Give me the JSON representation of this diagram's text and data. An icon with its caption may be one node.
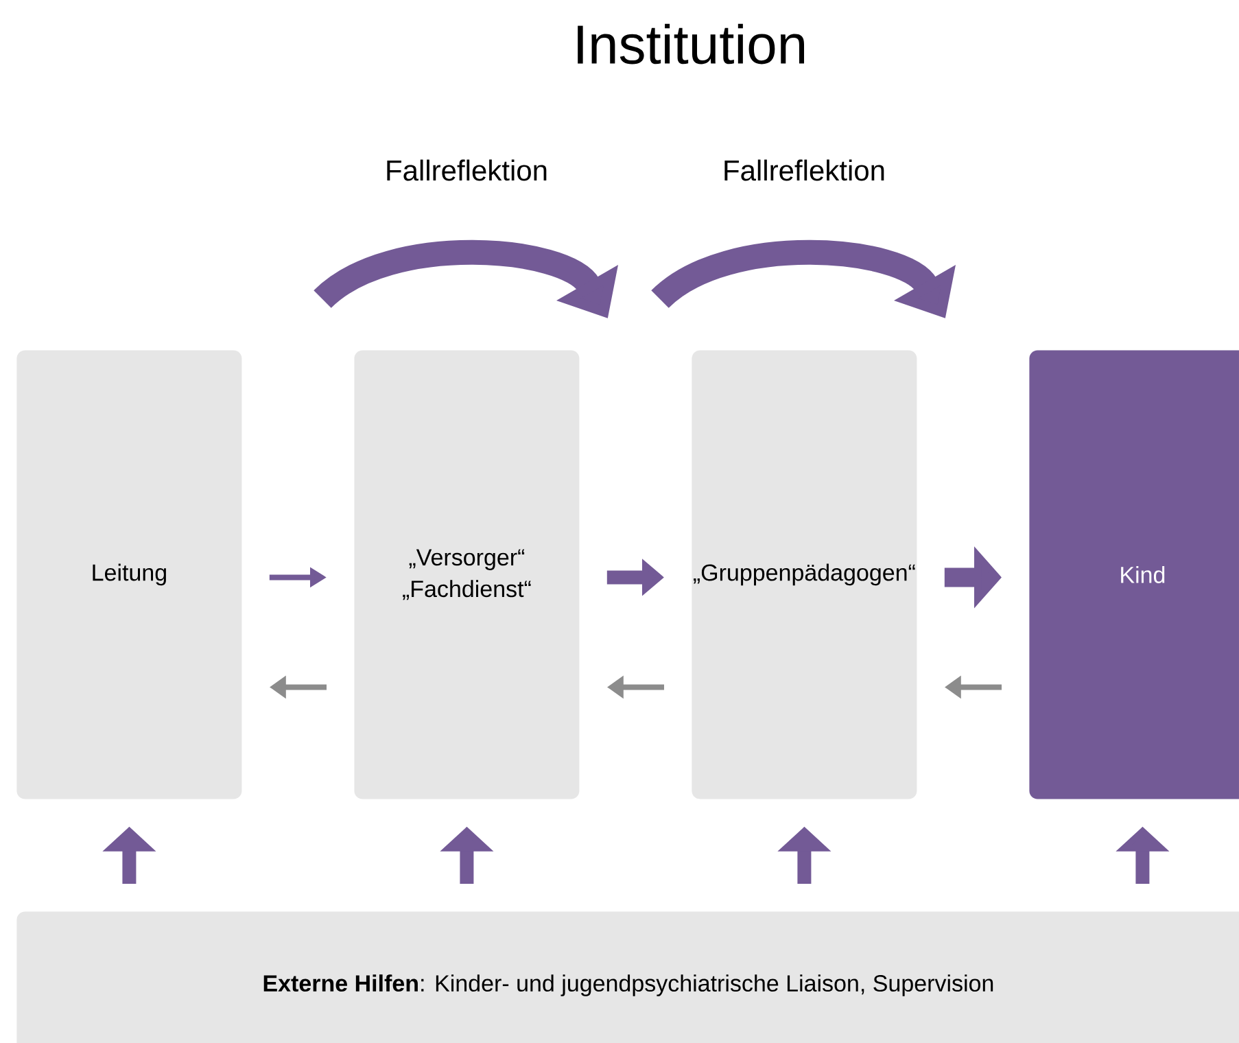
{
  "diagram": {
    "title": "Institution",
    "nodes": [
      {
        "text": [
          "Leitung"
        ]
      },
      {
        "text": [
          "„Versorger“",
          "„Fachdienst“"
        ]
      },
      {
        "text": [
          "„Gruppenpädagogen“"
        ]
      },
      {
        "text": [
          "Kind"
        ]
      },
      {
        "text": [
          "**Externe Hilfen**: Kinder- und jugendpsychiatrische Liaison, Supervision"
        ]
      }
    ],
    "edges": [
      {
        "from": 0,
        "to": 1,
        "arrow": "to"
      },
      {
        "from": 1,
        "to": 2,
        "arrow": "to"
      },
      {
        "from": 2,
        "to": 3,
        "arrow": "to"
      },
      {
        "from": 1,
        "to": 0,
        "arrow": "to",
        "color": "#8c8c8c"
      },
      {
        "from": 2,
        "to": 1,
        "arrow": "to",
        "color": "#8c8c8c"
      },
      {
        "from": 3,
        "to": 2,
        "arrow": "to",
        "color": "#8c8c8c"
      },
      {
        "from": 4,
        "to": 0,
        "arrow": "to"
      },
      {
        "from": 4,
        "to": 1,
        "arrow": "to"
      },
      {
        "from": 4,
        "to": 2,
        "arrow": "to"
      },
      {
        "from": 4,
        "to": 3,
        "arrow": "to"
      }
    ],
    "labels": [
      "Fallreflektion",
      "Fallreflektion"
    ]
  }
}
